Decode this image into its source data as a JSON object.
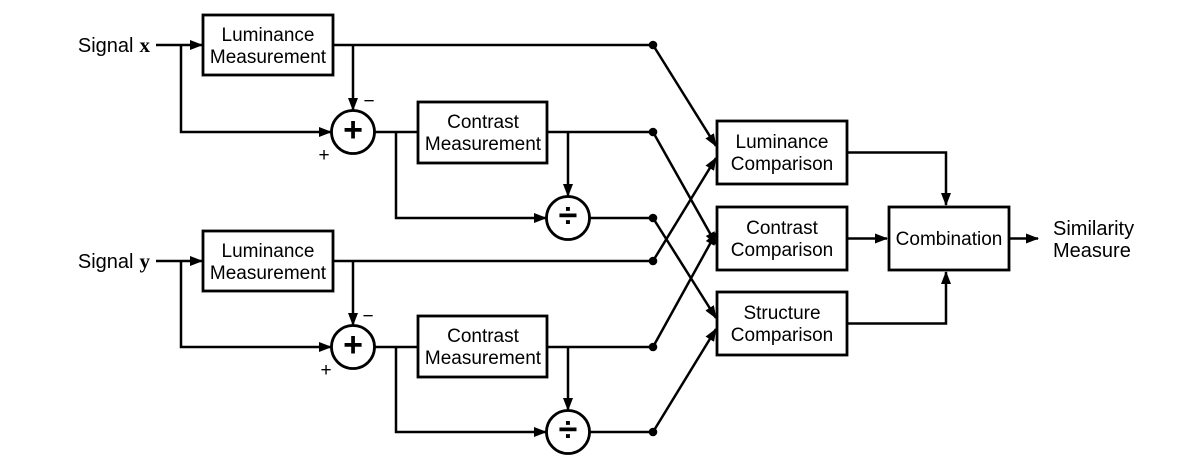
{
  "inputs": {
    "signal_x": {
      "prefix": "Signal",
      "var": "x"
    },
    "signal_y": {
      "prefix": "Signal",
      "var": "y"
    }
  },
  "blocks": {
    "luminance_measurement_x": {
      "line1": "Luminance",
      "line2": "Measurement"
    },
    "contrast_measurement_x": {
      "line1": "Contrast",
      "line2": "Measurement"
    },
    "luminance_measurement_y": {
      "line1": "Luminance",
      "line2": "Measurement"
    },
    "contrast_measurement_y": {
      "line1": "Contrast",
      "line2": "Measurement"
    },
    "luminance_comparison": {
      "line1": "Luminance",
      "line2": "Comparison"
    },
    "contrast_comparison": {
      "line1": "Contrast",
      "line2": "Comparison"
    },
    "structure_comparison": {
      "line1": "Structure",
      "line2": "Comparison"
    },
    "combination": {
      "label": "Combination"
    }
  },
  "operators": {
    "add": "+",
    "divide": "÷",
    "minus_label": "−",
    "plus_label": "+"
  },
  "output": {
    "line1": "Similarity",
    "line2": "Measure"
  },
  "colors": {
    "ink": "#000000",
    "background": "#ffffff"
  }
}
